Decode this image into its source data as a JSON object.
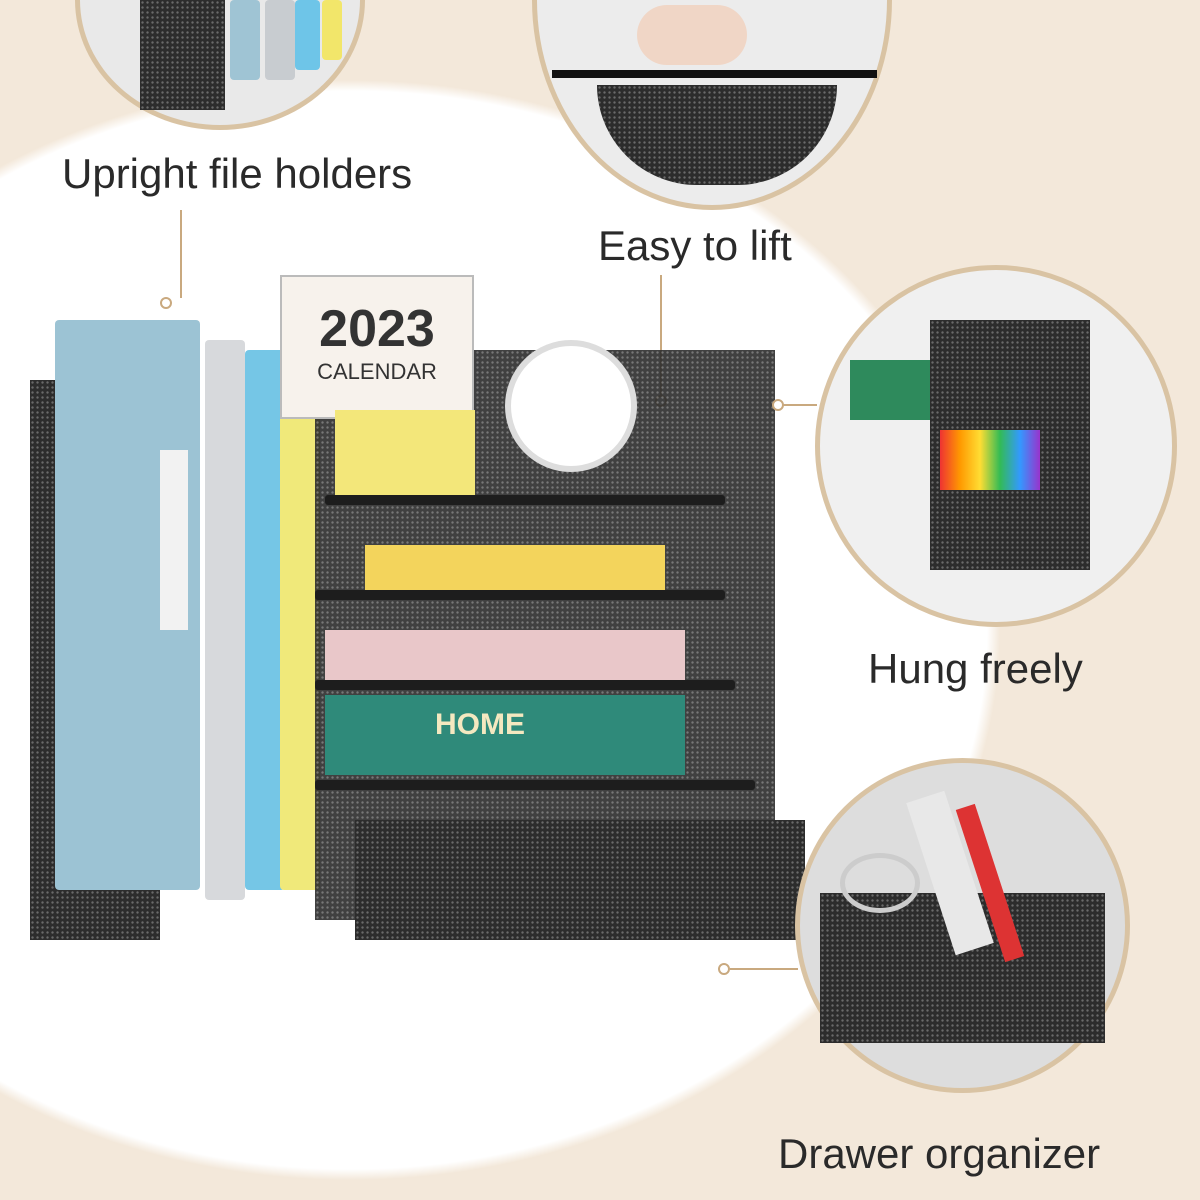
{
  "callouts": {
    "upright": "Upright file holders",
    "lift": "Easy to lift",
    "hung": "Hung freely",
    "drawer": "Drawer organizer"
  },
  "product": {
    "calendar_year": "2023",
    "calendar_label": "CALENDAR",
    "book_title": "HOME"
  },
  "colors": {
    "accent": "#d9c3a3",
    "background_arc": "#f1e4d4",
    "mesh": "#2c2c2c"
  }
}
